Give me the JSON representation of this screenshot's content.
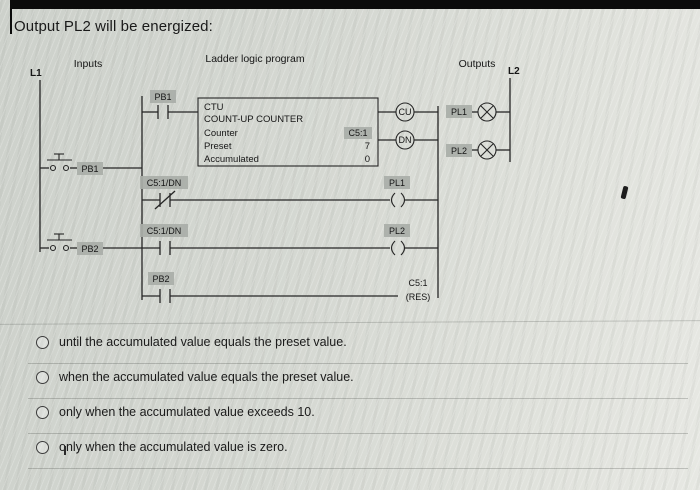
{
  "page": {
    "title": "Output PL2 will be energized:"
  },
  "diagram": {
    "rails": {
      "l1": "L1",
      "l2": "L2"
    },
    "sections": {
      "inputs": "Inputs",
      "program": "Ladder logic program",
      "outputs": "Outputs"
    },
    "counter": {
      "type": "CTU",
      "title": "COUNT-UP COUNTER",
      "rows": {
        "counter_label": "Counter",
        "counter_value": "C5:1",
        "preset_label": "Preset",
        "preset_value": "7",
        "accum_label": "Accumulated",
        "accum_value": "0"
      },
      "outputs": {
        "cu": "CU",
        "dn": "DN"
      }
    },
    "labels": {
      "rung1_contact": "PB1",
      "input_pb1": "PB1",
      "input_pb2": "PB2",
      "rung2_contact": "C5:1/DN",
      "rung2_coil": "PL1",
      "rung3_contact": "C5:1/DN",
      "rung3_coil": "PL2",
      "rung4_contact": "PB2",
      "rung4_addr": "C5:1",
      "rung4_coil": "(RES)",
      "output_pl1": "PL1",
      "output_pl2": "PL2"
    }
  },
  "options": [
    "until the accumulated value equals the preset value.",
    "when the accumulated value equals the preset value.",
    "only when the accumulated value exceeds 10.",
    "only when the accumulated value is zero."
  ]
}
